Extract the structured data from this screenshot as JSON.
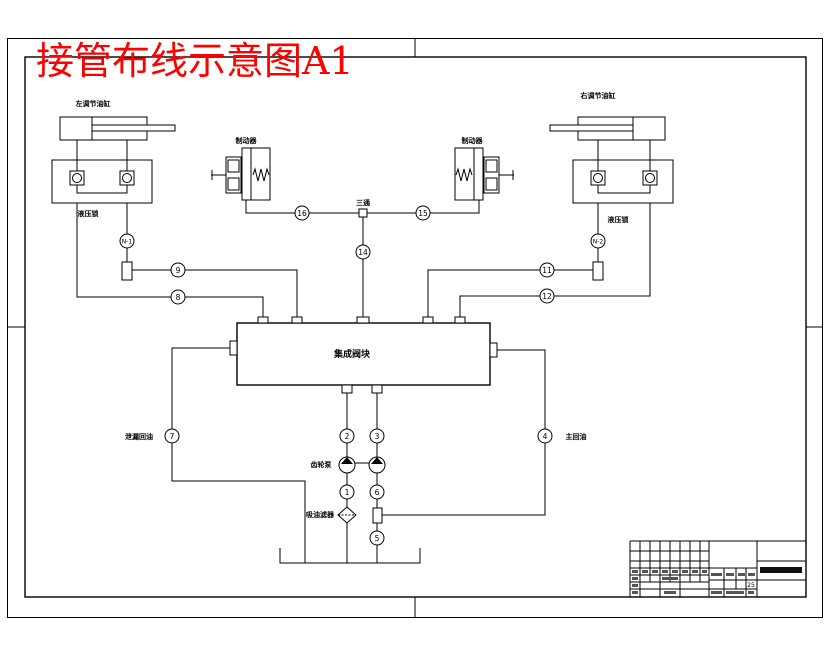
{
  "title": "接管布线示意图A1",
  "colors": {
    "title": "#ff0000",
    "lines": "#000000",
    "background": "#ffffff"
  },
  "labels": {
    "left_cylinder": "左调节油缸",
    "right_cylinder": "右调节油缸",
    "left_brake": "制动器",
    "right_brake": "制动器",
    "left_lock": "液压锁",
    "right_lock": "液压锁",
    "tee": "三通",
    "manifold": "集成阀块",
    "leak_return": "泄漏回油",
    "main_return": "主回油",
    "gear_pump": "齿轮泵",
    "suction_filter": "吸油滤器"
  },
  "valve_tags": {
    "left": "N-1",
    "right": "N-2"
  },
  "pipe_numbers": {
    "p1": "1",
    "p2": "2",
    "p3": "3",
    "p4": "4",
    "p5": "5",
    "p6": "6",
    "p7": "7",
    "p8": "8",
    "p9": "9",
    "p11": "11",
    "p12": "12",
    "p14": "14",
    "p15": "15",
    "p16": "16"
  },
  "title_block": {
    "value": "25"
  }
}
